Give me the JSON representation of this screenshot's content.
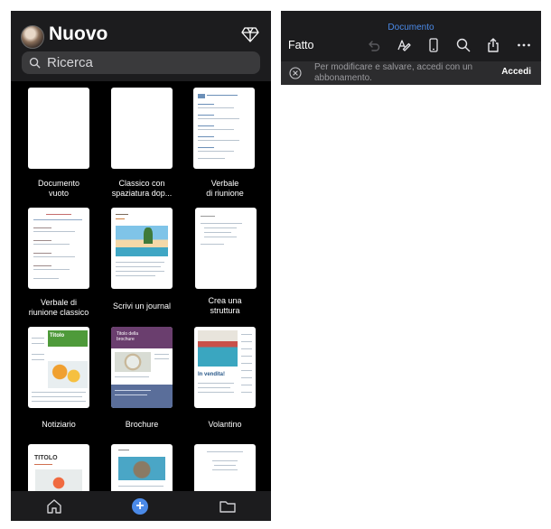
{
  "gallery": {
    "title": "Nuovo",
    "search_placeholder": "Ricerca",
    "templates": [
      {
        "label": "Documento\nvuoto"
      },
      {
        "label": "Classico con\nspaziatura dop..."
      },
      {
        "label": "Verbale\ndi riunione"
      },
      {
        "label": "Verbale di\nriunione classico"
      },
      {
        "label": "Scrivi un journal"
      },
      {
        "label": "Crea una\nstruttura"
      },
      {
        "label": "Notiziario"
      },
      {
        "label": "Brochure"
      },
      {
        "label": "Volantino"
      },
      {
        "label": ""
      },
      {
        "label": ""
      },
      {
        "label": ""
      }
    ],
    "thumb_text": {
      "brochure_title": "Titolo della brochure",
      "notiziario_title": "Titolo",
      "volantino_title": "In vendita!",
      "titolo": "TITOLO"
    }
  },
  "editor": {
    "doc_title": "Documento",
    "done_label": "Fatto",
    "banner_text": "Per modificare e salvare, accedi con un abbonamento.",
    "login_label": "Accedi"
  },
  "colors": {
    "accent": "#4b8ae8",
    "dark_bg": "#1c1c1e"
  }
}
